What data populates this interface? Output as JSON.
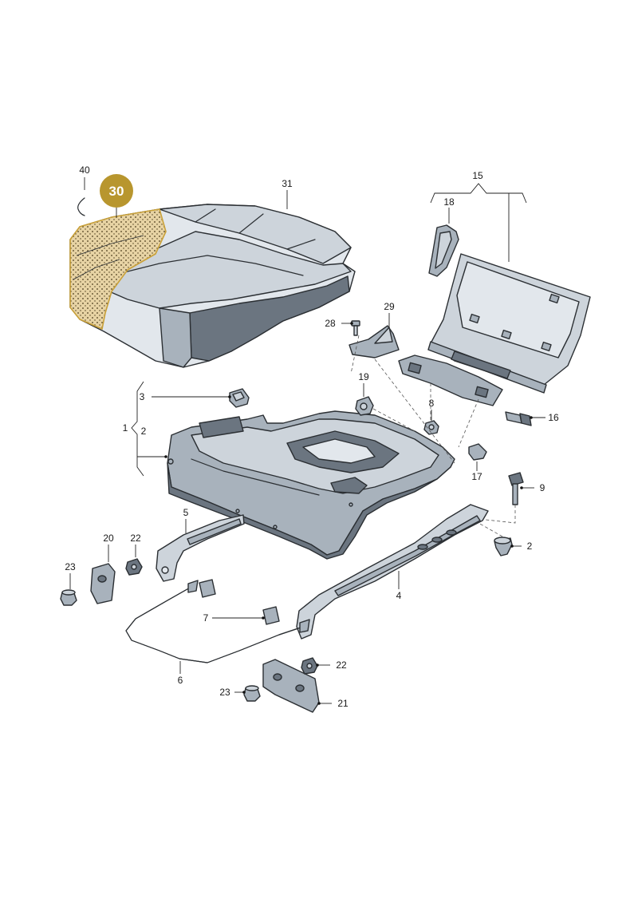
{
  "labels": {
    "l40": "40",
    "l30": "30",
    "l31": "31",
    "l15": "15",
    "l18": "18",
    "l29": "29",
    "l28": "28",
    "l19": "19",
    "l3": "3",
    "l1": "1",
    "l2a": "2",
    "l8": "8",
    "l16": "16",
    "l17": "17",
    "l9": "9",
    "l2b": "2",
    "l5": "5",
    "l20": "20",
    "l22a": "22",
    "l23a": "23",
    "l4": "4",
    "l7": "7",
    "l6": "6",
    "l22b": "22",
    "l23b": "23",
    "l21": "21"
  },
  "colors": {
    "highlight_fill": "#e7d3a4",
    "highlight_stroke": "#c9a13a",
    "badge": "#b8962e"
  },
  "icons": {
    "clip": "c-clip-icon"
  }
}
